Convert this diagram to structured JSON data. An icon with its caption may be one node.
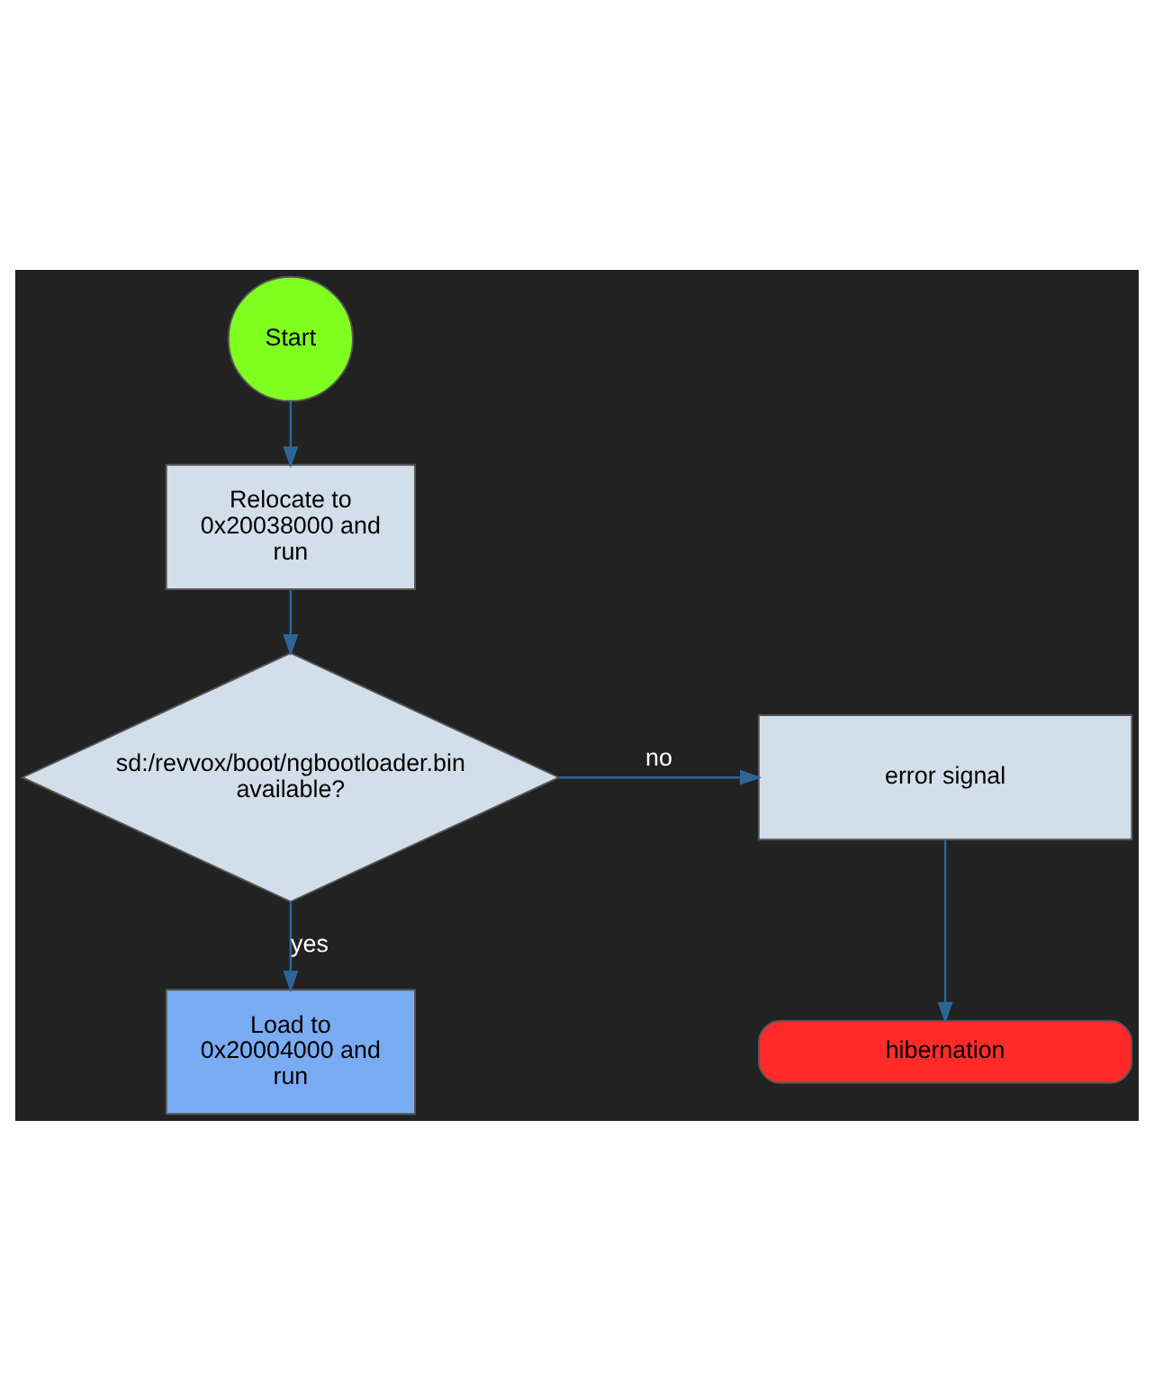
{
  "diagram": {
    "nodes": [
      {
        "text": [
          "Start"
        ]
      },
      {
        "text": [
          "Relocate to 0x20038000 and run"
        ]
      },
      {
        "text": [
          "sd:/revvox/boot/ngbootloader.bin available?"
        ]
      },
      {
        "text": [
          "error signal"
        ]
      },
      {
        "text": [
          "Load to 0x20004000 and run"
        ]
      },
      {
        "text": [
          "hibernation"
        ]
      }
    ],
    "edges": [
      {
        "from": 0,
        "to": 1,
        "arrow": "to"
      },
      {
        "from": 1,
        "to": 2,
        "arrow": "to"
      },
      {
        "from": 2,
        "to": 3,
        "arrow": "to",
        "label": "no"
      },
      {
        "from": 2,
        "to": 4,
        "arrow": "to",
        "label": "yes"
      },
      {
        "from": 3,
        "to": 5,
        "arrow": "to"
      }
    ]
  }
}
